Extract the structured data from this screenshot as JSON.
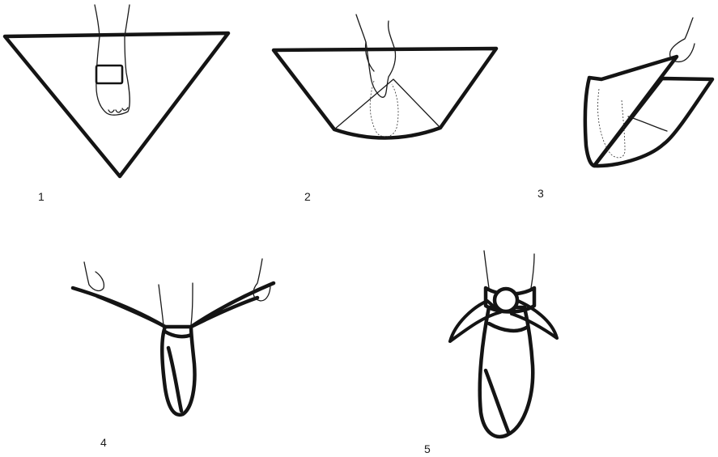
{
  "steps": [
    {
      "number": "1"
    },
    {
      "number": "2"
    },
    {
      "number": "3"
    },
    {
      "number": "4"
    },
    {
      "number": "5"
    }
  ],
  "colors": {
    "ink": "#141414",
    "paper": "#ffffff"
  }
}
